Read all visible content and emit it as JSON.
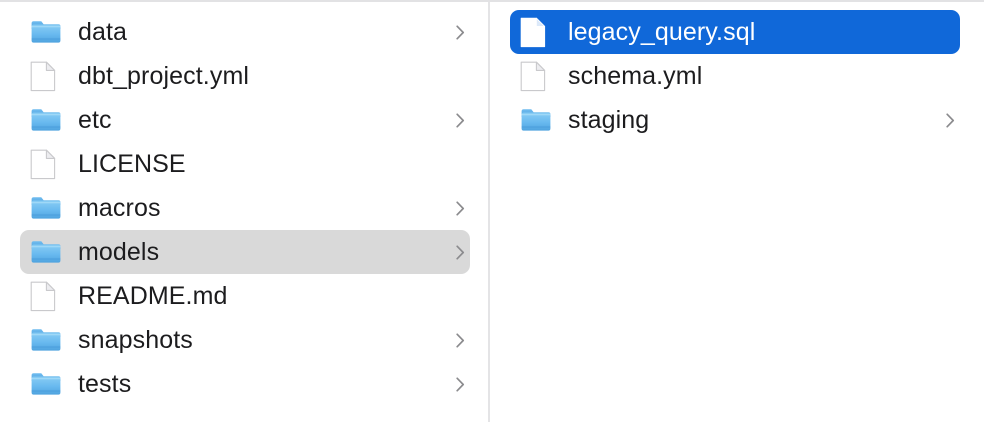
{
  "window": {
    "title": "Finder — Column View",
    "view_mode": "column",
    "background_color": "#ffffff",
    "selection_active_color": "#1068d9",
    "selection_inactive_color": "#d9d9d9",
    "text_color": "#1c1c1e",
    "divider_color": "#e4e4e6",
    "folder_icon_color": "#5aaeec",
    "chevron_color": "#8b8b8e"
  },
  "columns": [
    {
      "name": "primary-column",
      "items": [
        {
          "label": "data",
          "icon": "folder-icon",
          "kind": "folder",
          "has_chevron": true,
          "selected": false,
          "selection_style": "none"
        },
        {
          "label": "dbt_project.yml",
          "icon": "document-icon",
          "kind": "file",
          "has_chevron": false,
          "selected": false,
          "selection_style": "none"
        },
        {
          "label": "etc",
          "icon": "folder-icon",
          "kind": "folder",
          "has_chevron": true,
          "selected": false,
          "selection_style": "none"
        },
        {
          "label": "LICENSE",
          "icon": "document-icon",
          "kind": "file",
          "has_chevron": false,
          "selected": false,
          "selection_style": "none"
        },
        {
          "label": "macros",
          "icon": "folder-icon",
          "kind": "folder",
          "has_chevron": true,
          "selected": false,
          "selection_style": "none"
        },
        {
          "label": "models",
          "icon": "folder-icon",
          "kind": "folder",
          "has_chevron": true,
          "selected": true,
          "selection_style": "gray"
        },
        {
          "label": "README.md",
          "icon": "document-icon",
          "kind": "file",
          "has_chevron": false,
          "selected": false,
          "selection_style": "none"
        },
        {
          "label": "snapshots",
          "icon": "folder-icon",
          "kind": "folder",
          "has_chevron": true,
          "selected": false,
          "selection_style": "none"
        },
        {
          "label": "tests",
          "icon": "folder-icon",
          "kind": "folder",
          "has_chevron": true,
          "selected": false,
          "selection_style": "none"
        }
      ]
    },
    {
      "name": "secondary-column",
      "items": [
        {
          "label": "legacy_query.sql",
          "icon": "document-icon",
          "kind": "file",
          "has_chevron": false,
          "selected": true,
          "selection_style": "blue"
        },
        {
          "label": "schema.yml",
          "icon": "document-icon",
          "kind": "file",
          "has_chevron": false,
          "selected": false,
          "selection_style": "none"
        },
        {
          "label": "staging",
          "icon": "folder-icon",
          "kind": "folder",
          "has_chevron": true,
          "selected": false,
          "selection_style": "none"
        }
      ]
    }
  ]
}
